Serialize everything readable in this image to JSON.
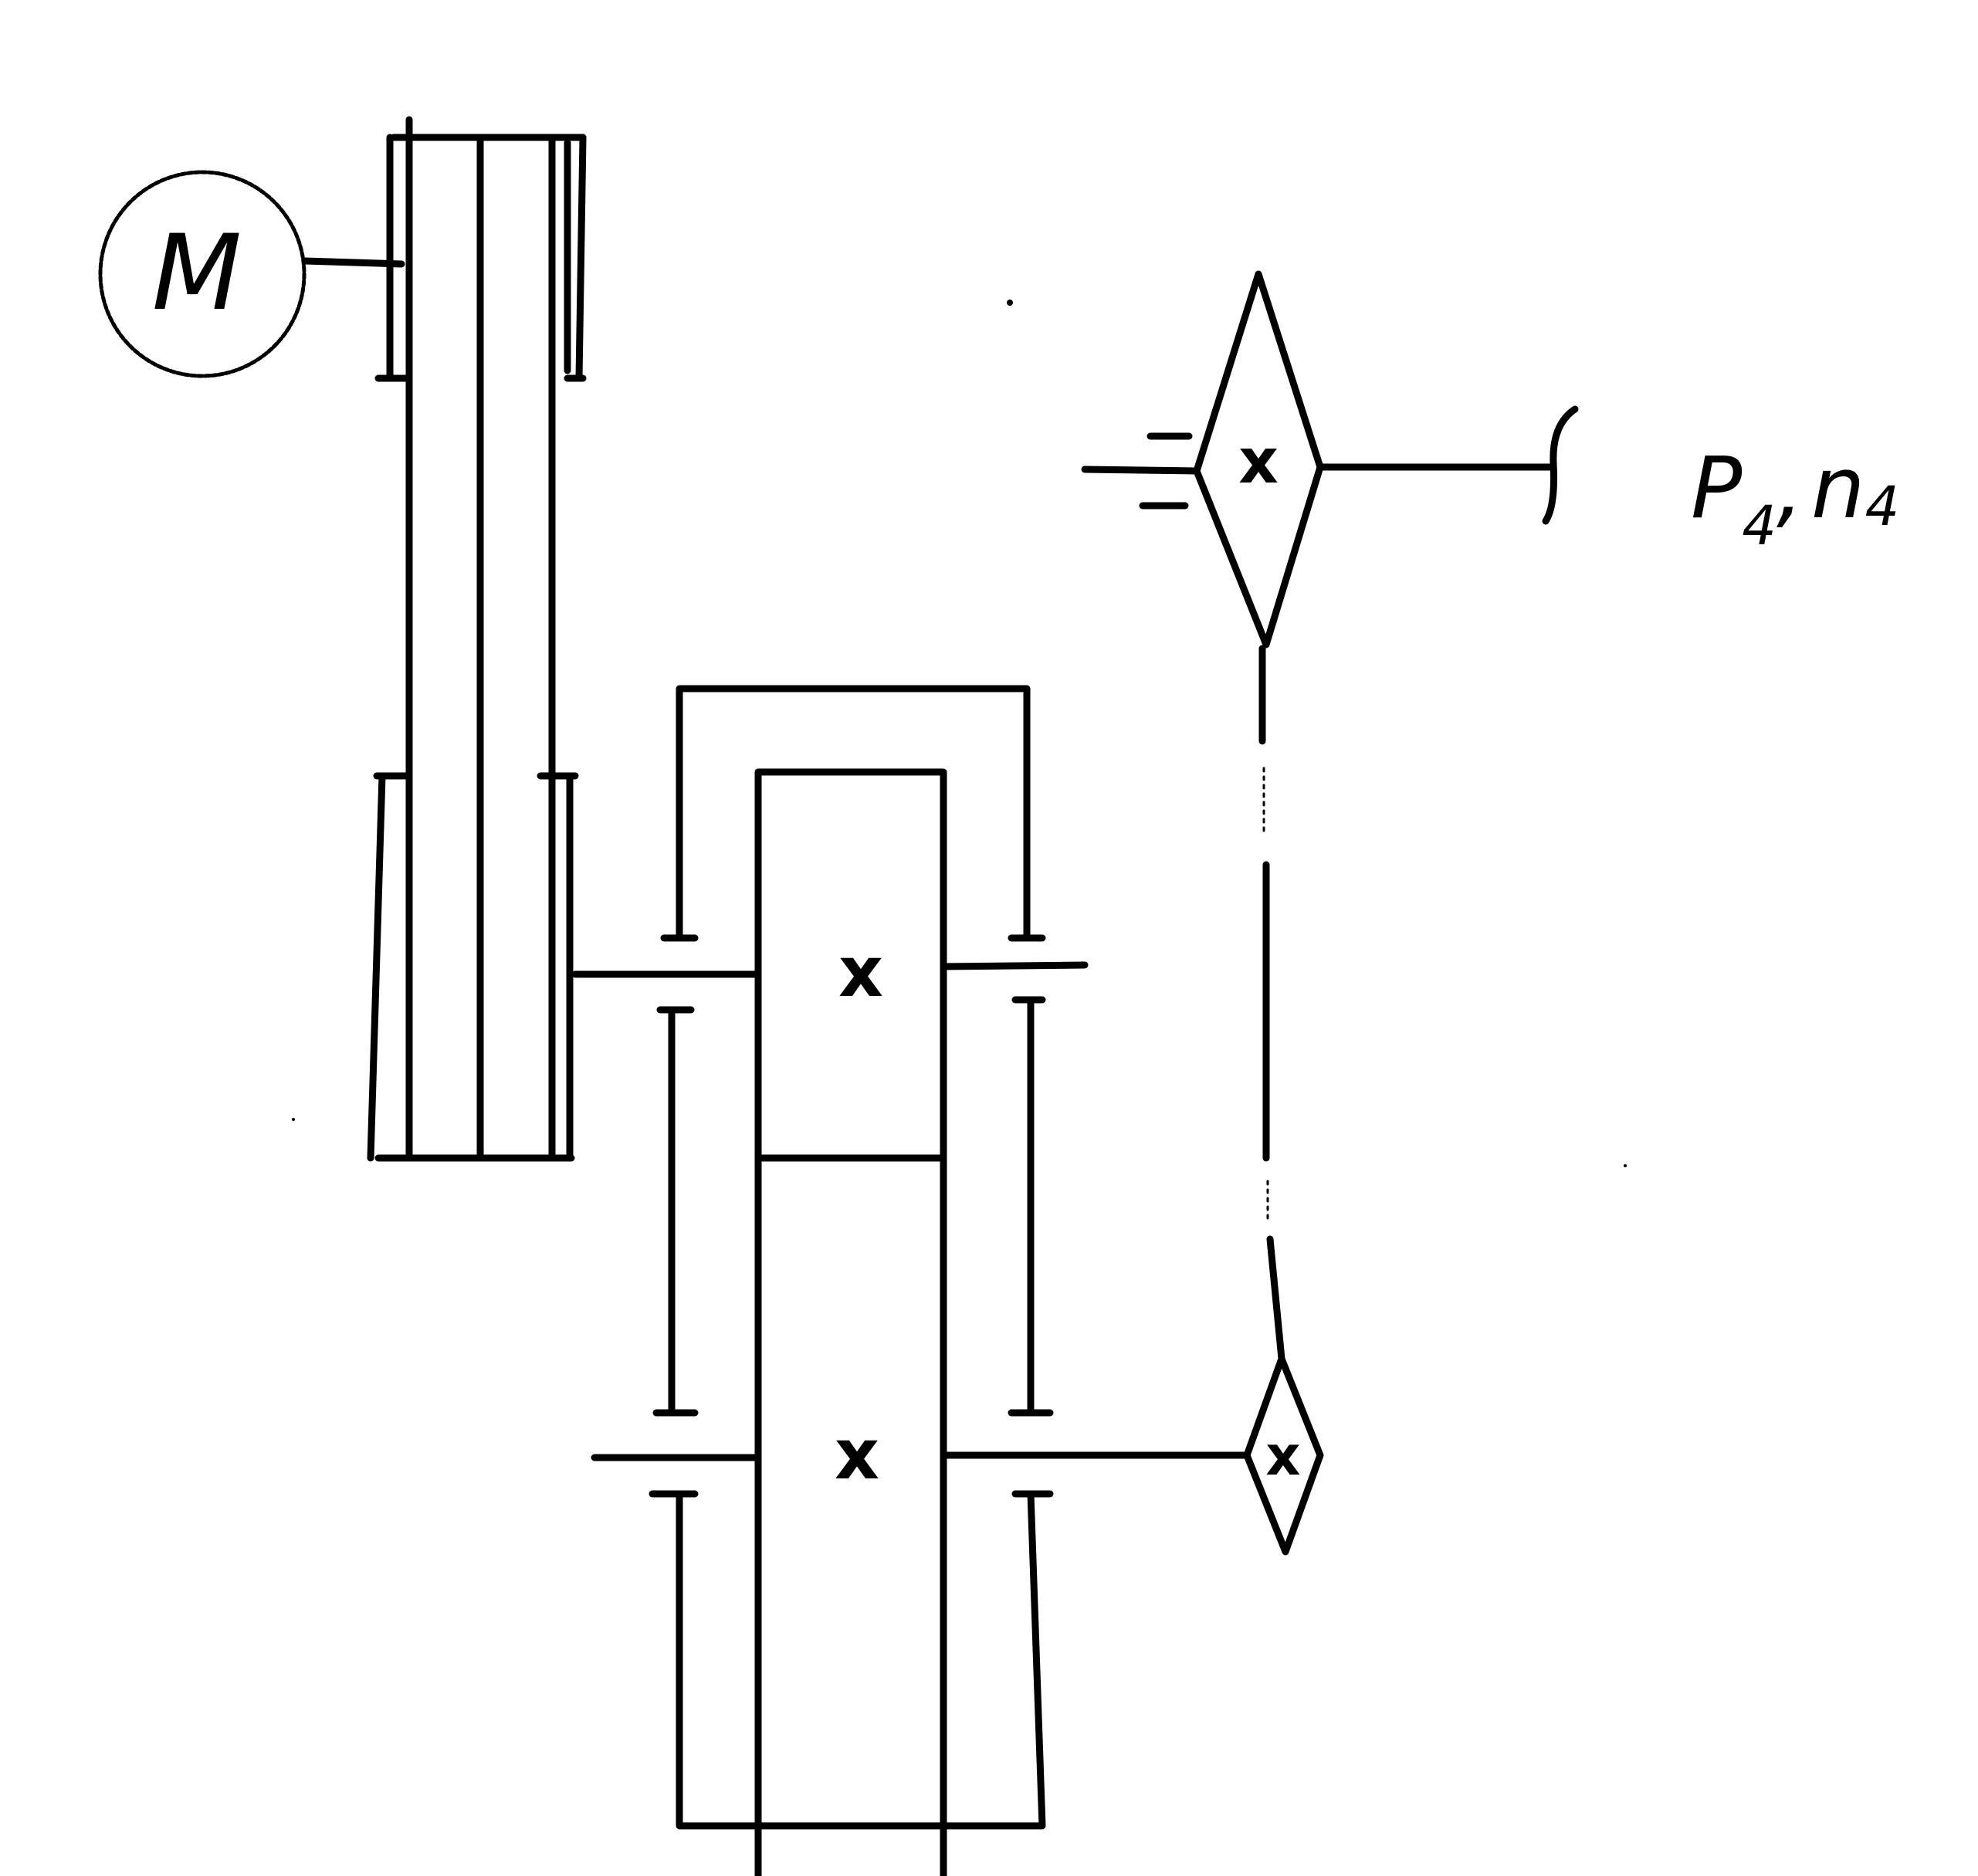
{
  "diagram": {
    "motor_label": "M",
    "gear_mark": "x",
    "output": {
      "power_symbol": "P",
      "power_subscript": "4",
      "separator": ",",
      "speed_symbol": "n",
      "speed_subscript": "4"
    }
  }
}
